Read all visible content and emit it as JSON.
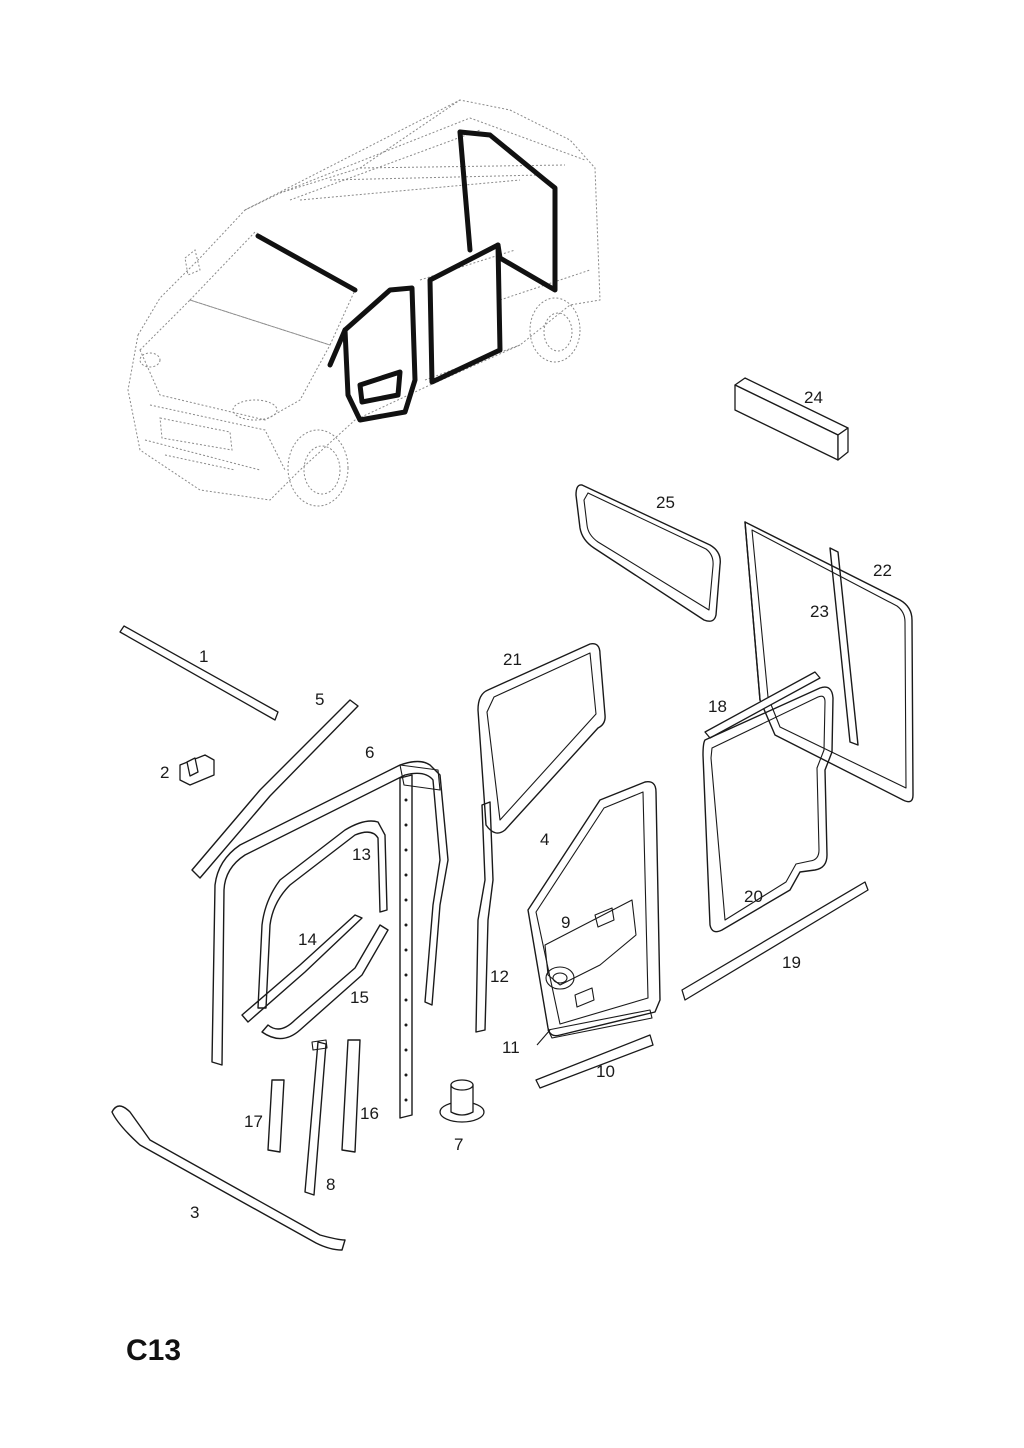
{
  "page_code": "C13",
  "callouts": [
    "1",
    "2",
    "3",
    "4",
    "5",
    "6",
    "7",
    "8",
    "9",
    "10",
    "11",
    "12",
    "13",
    "14",
    "15",
    "16",
    "17",
    "18",
    "19",
    "20",
    "21",
    "22",
    "23",
    "24",
    "25"
  ]
}
